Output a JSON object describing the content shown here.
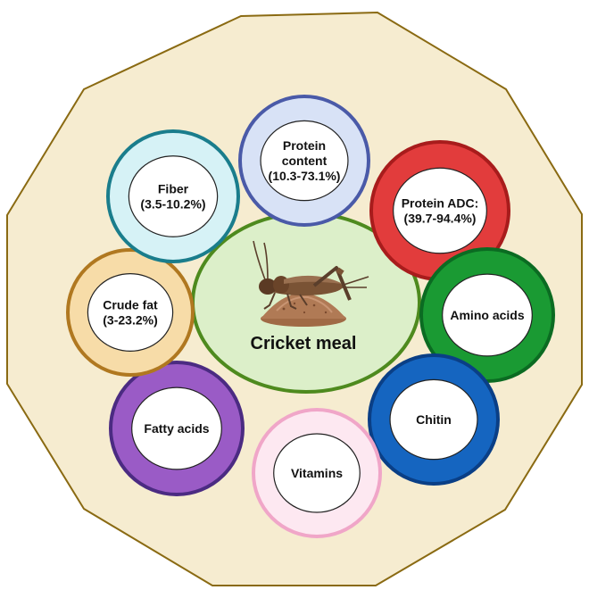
{
  "center": {
    "title": "Cricket meal",
    "fill": "#dcefc9",
    "stroke": "#4e8a1e",
    "image": "cricket-on-meal-pile"
  },
  "background": {
    "fill": "#f6ecd0",
    "stroke": "#8a6a12"
  },
  "nodes": [
    {
      "id": "protein-content",
      "lines": [
        "Protein",
        "content",
        "(10.3-73.1%)"
      ],
      "ring_color": "#4a5aa8",
      "ring_fill": "#d8e2f6"
    },
    {
      "id": "protein-adc",
      "lines": [
        "Protein ADC:",
        "(39.7-94.4%)"
      ],
      "ring_color": "#a81c1c",
      "ring_fill": "#e23c3c"
    },
    {
      "id": "amino-acids",
      "lines": [
        "Amino acids"
      ],
      "ring_color": "#0b6b22",
      "ring_fill": "#1a9a33"
    },
    {
      "id": "chitin",
      "lines": [
        "Chitin"
      ],
      "ring_color": "#0a3f86",
      "ring_fill": "#1565c0"
    },
    {
      "id": "vitamins",
      "lines": [
        "Vitamins"
      ],
      "ring_color": "#f0a6c8",
      "ring_fill": "#fde8f1"
    },
    {
      "id": "fatty-acids",
      "lines": [
        "Fatty acids"
      ],
      "ring_color": "#4b2b82",
      "ring_fill": "#9a5bc6"
    },
    {
      "id": "crude-fat",
      "lines": [
        "Crude fat",
        "(3-23.2%)"
      ],
      "ring_color": "#b07820",
      "ring_fill": "#f7dca8"
    },
    {
      "id": "fiber",
      "lines": [
        "Fiber",
        "(3.5-10.2%)"
      ],
      "ring_color": "#1a7d8c",
      "ring_fill": "#d6f2f6"
    }
  ]
}
